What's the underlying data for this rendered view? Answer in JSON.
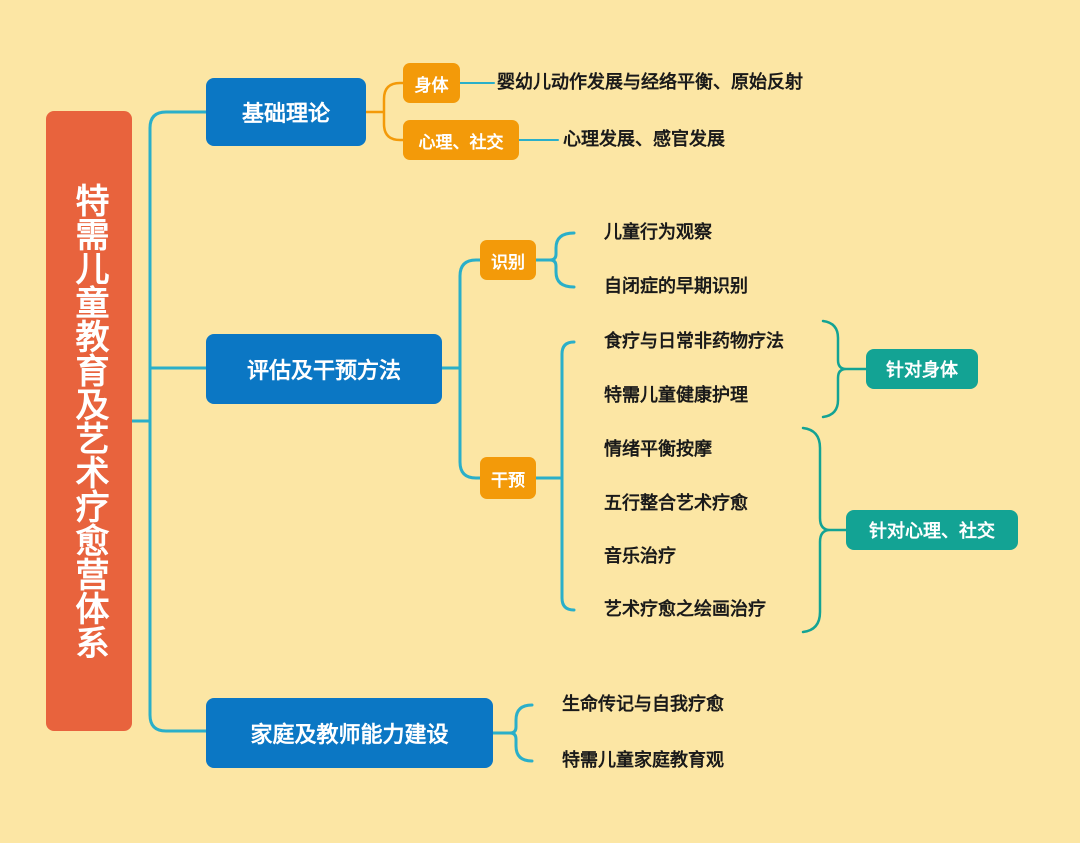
{
  "root": {
    "title": "特需儿童教育及艺术疗愈营体系"
  },
  "branches": {
    "theory": {
      "label": "基础理论",
      "body": {
        "label": "身体",
        "leaf": "婴幼儿动作发展与经络平衡、原始反射"
      },
      "psych": {
        "label": "心理、社交",
        "leaf": "心理发展、感官发展"
      }
    },
    "assessment": {
      "label": "评估及干预方法",
      "identify": {
        "label": "识别",
        "items": [
          "儿童行为观察",
          "自闭症的早期识别"
        ]
      },
      "intervene": {
        "label": "干预",
        "items": [
          "食疗与日常非药物疗法",
          "特需儿童健康护理",
          "情绪平衡按摩",
          "五行整合艺术疗愈",
          "音乐治疗",
          "艺术疗愈之绘画治疗"
        ]
      },
      "tag_body": "针对身体",
      "tag_psych": "针对心理、社交"
    },
    "family": {
      "label": "家庭及教师能力建设",
      "items": [
        "生命传记与自我疗愈",
        "特需儿童家庭教育观"
      ]
    }
  },
  "colors": {
    "background": "#FCE6A4",
    "root": "#E8633D",
    "main_branch": "#0B77C4",
    "sub_branch": "#F39A09",
    "tag": "#13A394",
    "line_blue": "#2AAFC9",
    "line_orange": "#F39A09",
    "line_green": "#13A394"
  }
}
